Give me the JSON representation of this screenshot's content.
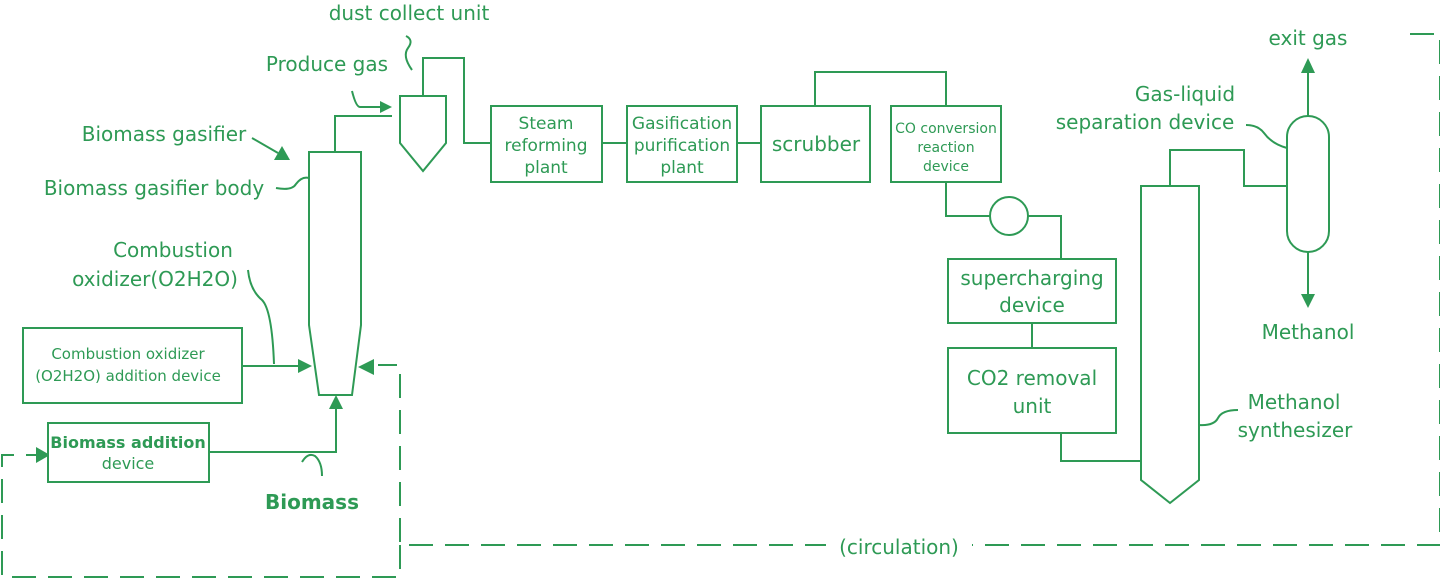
{
  "colors": {
    "primary": "#2e9a55",
    "background": "#ffffff"
  },
  "labels": {
    "dust_collect_unit": "dust collect unit",
    "produce_gas": "Produce gas",
    "biomass_gasifier": "Biomass gasifier",
    "biomass_gasifier_body": "Biomass gasifier body",
    "combustion_oxidizer_line1": "Combustion",
    "combustion_oxidizer_line2": "oxidizer(O2H2O)",
    "biomass": "Biomass",
    "exit_gas": "exit gas",
    "gas_liquid_line1": "Gas-liquid",
    "gas_liquid_line2": "separation device",
    "methanol": "Methanol",
    "methanol_synth_line1": "Methanol",
    "methanol_synth_line2": "synthesizer",
    "circulation": "(circulation)"
  },
  "boxes": {
    "combustion_addition": [
      "Combustion oxidizer",
      "(O2H2O) addition device"
    ],
    "biomass_addition": [
      "Biomass addition",
      "device"
    ],
    "steam_reforming": [
      "Steam",
      "reforming",
      "plant"
    ],
    "gasification_purification": [
      "Gasification",
      "purification",
      "plant"
    ],
    "scrubber": [
      "scrubber"
    ],
    "co_conversion": [
      "CO conversion",
      "reaction",
      "device"
    ],
    "supercharging": [
      "supercharging",
      "device"
    ],
    "co2_removal": [
      "CO2 removal",
      "unit"
    ]
  }
}
